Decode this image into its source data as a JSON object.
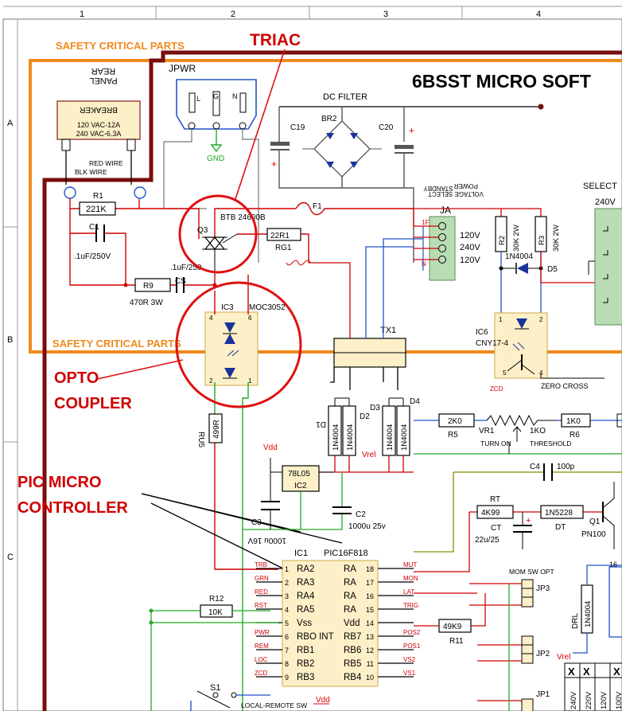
{
  "border": {
    "cols": [
      "1",
      "2",
      "3",
      "4"
    ],
    "rows": [
      "A",
      "B",
      "C"
    ]
  },
  "title": "6BSST MICRO SOFT",
  "safety": {
    "top": "SAFETY CRITICAL PARTS",
    "bottom": "SAFETY CRITICAL PARTS"
  },
  "annotations": {
    "triac": "TRIAC",
    "opto_line1": "OPTO",
    "opto_line2": "COUPLER",
    "pic_line1": "PIC MICRO",
    "pic_line2": "CONTROLLER"
  },
  "rear_panel": {
    "label_line1": "REAR",
    "label_line2": "PANEL",
    "breaker": "BREAKER",
    "rating1": "120 VAC-12A",
    "rating2": "240 VAC-6.3A",
    "red_wire": "RED WIRE",
    "blk_wire": "BLK WIRE"
  },
  "jpwr": {
    "name": "JPWR",
    "pins": [
      "L",
      "G",
      "N"
    ],
    "gnd": "GND"
  },
  "dc_filter": {
    "label": "DC FILTER",
    "br": "BR2",
    "c19": "C19",
    "c20": "C20"
  },
  "components": {
    "r1": "R1",
    "r1_val": "221K",
    "c1": "C1",
    "c1_val": ".1uF/250V",
    "q3": "Q3",
    "q3_val": "BTB 24600B",
    "r_22": "22R1",
    "rg1": "RG1",
    "f1": "F1",
    "cs_val": ".1uF/250",
    "cs": "CS",
    "r9": "R9",
    "r9_val": "470R 3W",
    "ic3": "IC3",
    "ic3_part": "MOC3052",
    "tx1": "TX1",
    "r_499": "499R",
    "ru5": "RU5",
    "vdd": "Vdd",
    "reg": "78L05",
    "ic2": "IC2",
    "c3": "C3",
    "c3_val": "1000u 16V",
    "c2": "C2",
    "c2_val": "1000u 25v",
    "vref": "Vrel",
    "d1": "D1",
    "d2": "D2",
    "d3": "D3",
    "d4": "D4",
    "diode": "1N4004",
    "r5": "R5",
    "r5_val": "2K0",
    "vr1": "VR1",
    "vr1_val": "1KO",
    "r6": "R6",
    "r6_val": "1K0",
    "turn_on": "TURN ON",
    "threshold": "THRESHOLD",
    "c4": "C4",
    "c4_val": "100p",
    "rt": "RT",
    "rt_val": "4K99",
    "ct": "CT",
    "ct_val": "22u/25",
    "dt": "DT",
    "dt_val": "1N5228",
    "q1": "Q1",
    "q1_val": "PN100",
    "r12": "R12",
    "r12_val": "10K",
    "r11": "R11",
    "r11_val": "49K9",
    "ja": "JA",
    "ja_vals": [
      "120V",
      "240V",
      "120V"
    ],
    "ja_pins": [
      "1F",
      "N"
    ],
    "standby_1": "STANDBY",
    "standby_2": "POWER",
    "standby_3": "VOLTAGE SELECT",
    "r2": "R2",
    "r2_val": "30K 2W",
    "r3": "R3",
    "r3_val": "30K 2W",
    "d5": "D5",
    "d5_val": "1N4004",
    "ic6": "IC6",
    "ic6_part": "CNY17-4",
    "zero_cross": "ZERO CROSS",
    "zcd": "ZCD",
    "select": "SELECT",
    "v240": "240V",
    "mom_sw": "MOM SW OPT",
    "jp1": "JP1",
    "jp2": "JP2",
    "jp3": "JP3",
    "drl": "DRL",
    "s1": "S1",
    "local_remote": "LOCAL-REMOTE SW",
    "grid_v": [
      "240V",
      "220V",
      "120V",
      "100V"
    ],
    "grid_x": "X"
  },
  "pic": {
    "ic": "IC1",
    "part": "PIC16F818",
    "left": [
      {
        "num": "1",
        "name": "RA2",
        "net": "TRB"
      },
      {
        "num": "2",
        "name": "RA3",
        "net": "GRN"
      },
      {
        "num": "3",
        "name": "RA4",
        "net": "RED"
      },
      {
        "num": "4",
        "name": "RA5",
        "net": "RST"
      },
      {
        "num": "5",
        "name": "Vss",
        "net": ""
      },
      {
        "num": "6",
        "name": "RBO INT",
        "net": "PWR"
      },
      {
        "num": "7",
        "name": "RB1",
        "net": "REM"
      },
      {
        "num": "8",
        "name": "RB2",
        "net": "LOC"
      },
      {
        "num": "9",
        "name": "RB3",
        "net": "ZCD"
      }
    ],
    "right": [
      {
        "num": "18",
        "name": "RA",
        "net": "MUT"
      },
      {
        "num": "17",
        "name": "RA",
        "net": "MON"
      },
      {
        "num": "16",
        "name": "RA",
        "net": "LAT"
      },
      {
        "num": "15",
        "name": "RA",
        "net": "TRIG"
      },
      {
        "num": "14",
        "name": "Vdd",
        "net": ""
      },
      {
        "num": "13",
        "name": "RB7",
        "net": "POS2"
      },
      {
        "num": "12",
        "name": "RB6",
        "net": "POS1"
      },
      {
        "num": "11",
        "name": "RB5",
        "net": "VS2"
      },
      {
        "num": "10",
        "name": "RB4",
        "net": "VS1"
      }
    ]
  }
}
